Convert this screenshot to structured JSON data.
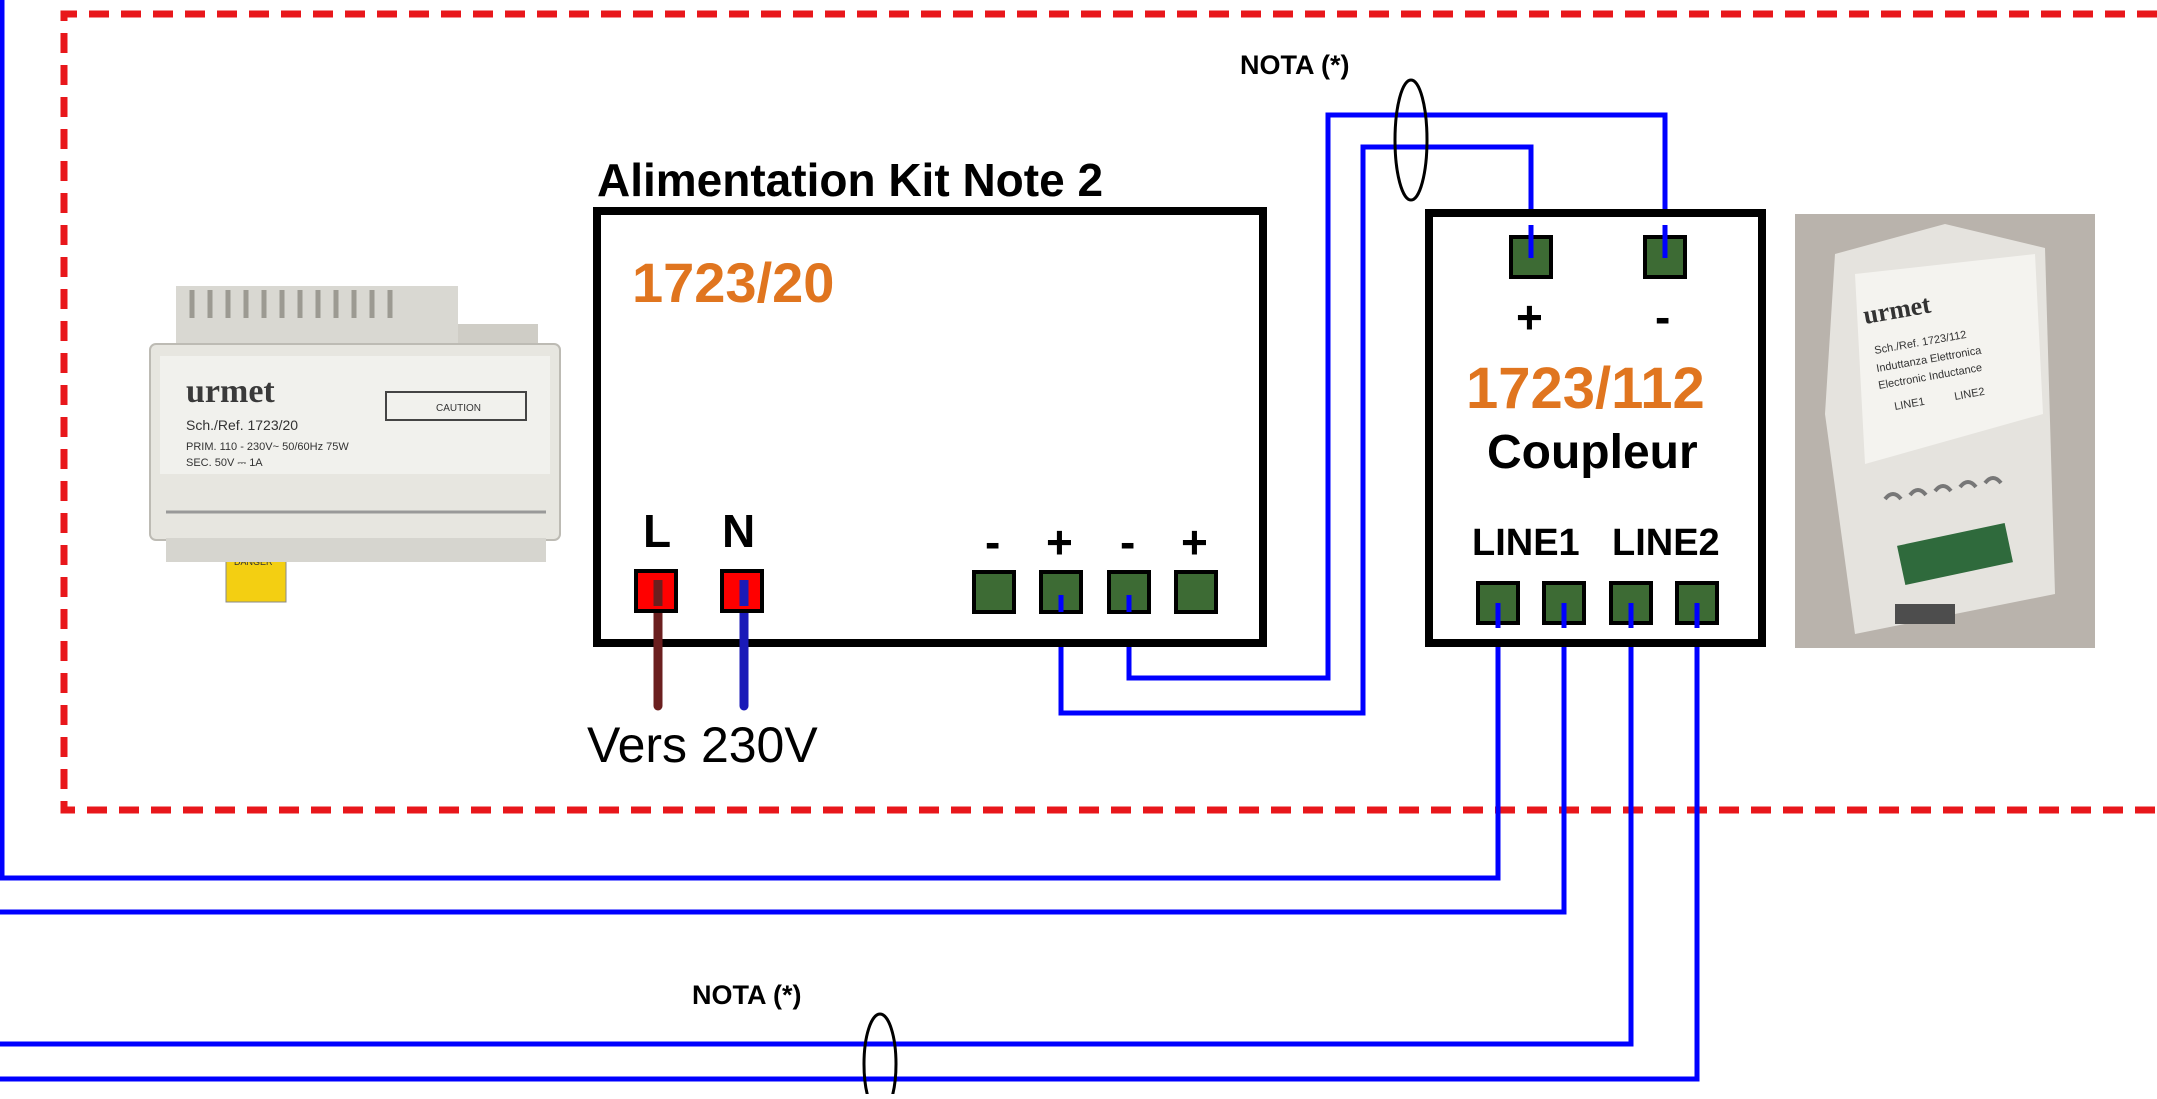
{
  "diagram": {
    "power_supply": {
      "title": "Alimentation Kit Note 2",
      "ref": "1723/20",
      "terminal_L": "L",
      "terminal_N": "N",
      "out_labels": [
        "-",
        "+",
        "-",
        "+"
      ],
      "mains_label": "Vers 230V"
    },
    "coupler": {
      "ref": "1723/112",
      "name": "Coupleur",
      "plus": "+",
      "minus": "-",
      "line1": "LINE1",
      "line2": "LINE2"
    },
    "notes": {
      "top": "NOTA (*)",
      "bottom": "NOTA (*)"
    },
    "photo_psu": {
      "brand": "urmet",
      "ref": "Sch./Ref. 1723/20",
      "prim": "PRIM. 110 - 230V~ 50/60Hz 75W",
      "sec": "SEC. 50V ⎓ 1A",
      "caution": "CAUTION",
      "danger": "DANGER"
    },
    "photo_coupler": {
      "brand": "urmet",
      "ref": "Sch./Ref. 1723/112",
      "line_a": "Induttanza Elettronica",
      "line_b": "Electronic Inductance",
      "line1": "LINE1",
      "line2": "LINE2"
    },
    "colors": {
      "wire": "#0000ff",
      "boundary": "#e8171b",
      "terminal": "#3d6b34",
      "mains_terminal": "#ff0000",
      "live_wire": "#6b1f1f",
      "neutral_wire": "#1a1ab8",
      "accent": "#e0751f"
    }
  }
}
